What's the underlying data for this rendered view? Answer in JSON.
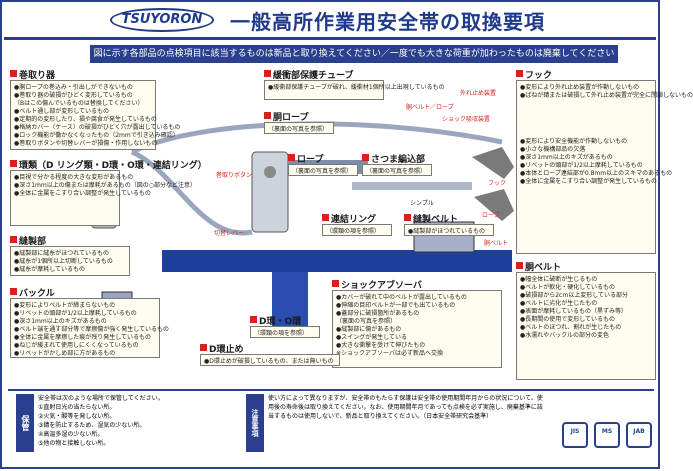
{
  "header": {
    "brand": "TSUYORON",
    "title": "一般高所作業用安全帯の取換要項"
  },
  "banner": "図に示す各部品の点検項目に該当するものは新品と取り換えてください／一度でも大きな荷重が加わったものは廃棄してください",
  "sections": {
    "winder": {
      "title": "巻取り器",
      "lines": [
        "●胴ロープの巻込み・引出しができないもの",
        "●巻取り器の破損がひどく変形しているもの",
        "（Bはこの傷んでいるものは替換してください）",
        "●ベルト通し部が変形しているもの",
        "●定期的の変形したり、損や腐食が発生しているもの",
        "●格納カバー（ケース）の破損がひどく穴が露出しているもの",
        "●ロック機能が働かなくなったもの（2mmで引き込み確認）",
        "●巻取りボタンや切替レバーが損傷・作用しないもの"
      ]
    },
    "rings": {
      "title": "環類（D リング類・D環・O環・連結リング）",
      "lines": [
        "●目視で分かる程度の大きな変形があるもの",
        "●深さ1mm以上の傷または摩耗があるもの（図の○部分など注意）",
        "●全体に金属をこすり合い調整が発生しているもの"
      ]
    },
    "tube": {
      "title": "緩衝部保護チューブ",
      "lines": [
        "●緩衝部保護チューブが破れ、緩衝材1個所以上出現しているもの"
      ]
    },
    "waist_rope": {
      "title": "胴ロープ",
      "lines": [
        "（裏面の写真を参照）"
      ]
    },
    "rope": {
      "title": "ロープ",
      "lines": [
        "（裏面の写真を参照）"
      ]
    },
    "sleeve": {
      "title": "さつま編込部",
      "lines": [
        "（裏面の写真を参照）"
      ]
    },
    "coupling": {
      "title": "連結リング",
      "lines": [
        "（環類の項を参照）"
      ]
    },
    "stitched": {
      "title": "縫製部",
      "lines": [
        "●縫製部に縫糸がほつれているもの",
        "●縫糸が1個所以上切断しているもの",
        "●縫糸が摩耗しているもの"
      ]
    },
    "buckle": {
      "title": "バックル",
      "lines": [
        "●変形によりベルトが締まらないもの",
        "●リベットの頭部が1/2以上摩耗しているもの",
        "●深さ1mm以上のキズがあるもの",
        "●ベルト端を通す部分等で摩擦傷が強く発生しているもの",
        "●全体に金属を摩擦した痕が残り発生しているもの",
        "●ねじが緩まれて使用しにくくなっているもの",
        "●リベットがかしめ部に方があるもの"
      ]
    },
    "d_ring": {
      "title": "D環止め",
      "lines": [
        "●D環止めが破損しているもの、または無いもの"
      ]
    },
    "fitting_ring": {
      "title": "D環・O環",
      "lines": [
        "（環類の項を参照）"
      ]
    },
    "webbing": {
      "title": "縫製ベルト",
      "lines": [
        "●縫製部がほつれているもの"
      ]
    },
    "shock": {
      "title": "ショックアブソーバ",
      "lines": [
        "●カバーが破れて中のベルトが露出しているもの",
        "●伸縮の目印ベルトが一部でも出ているもの",
        "●蓋部分に破損箇所があるもの",
        "（裏面の写真を参照）",
        "●縫製部に傷があるもの",
        "●スイングが発生している",
        "●大きな衝撃を受けて伸びたもの",
        "※ショックアブソーバは必ず新品へ交換"
      ]
    },
    "hook": {
      "title": "フック",
      "lines": [
        "●変形により外れ止め装置が作動しないもの",
        "●ばねが錆または破損して外れ止め装置が完全に閉鎖しないもの",
        "●変形により安全機能が作動しないもの",
        "●小さな機構部品の欠落",
        "●深さ1mm以上のキズがあるもの",
        "●リベットの頭部が1/2以上摩耗しているもの",
        "●本体とロープ連結部が0.8mm以上のスキマのあるもの",
        "●全体に金属をこすり合い調整が発生しているもの"
      ]
    },
    "belt": {
      "title": "胴ベルト",
      "lines": [
        "●幅全体に破断が生じるもの",
        "●ベルトが軟化・硬化しているもの",
        "●破損部から2cm以上変形している部分",
        "●ベルトに劣化が生じたもの",
        "●表面が摩耗しているもの（黒ずみ等）",
        "●長期間の使用で変形しているもの",
        "●ベルトのほつれ、割れが生じたもの",
        "●水濡れやバックルの部分の変色"
      ]
    }
  },
  "callouts": {
    "release": "巻取りボタン",
    "switch": "切替レバー",
    "belt_note": "胴ベルト／ロープ",
    "shock_note": "ショック吸収装置",
    "outer": "外れ止め装置",
    "simple": "シンプル",
    "rope_label": "ロープ",
    "hook_label": "フック",
    "waist_label": "胴ベルト"
  },
  "footer": {
    "storage_title": "保管",
    "storage_lines": [
      "安全帯は次のような場所で保管してください。",
      "①直射日光の当たらない所。",
      "②火気・酸等を発しない所。",
      "③錆を防止するため、湿気の少ない所。",
      "④高温多湿の少ない所。",
      "⑤他の物と接触しない所。"
    ],
    "notes_title": "注意事項",
    "notes": "使い方によって異なりますが、安全帯のもたらす保護は安全帯の使用期間年月からの状況について、使用後の寿命後は取り換えてください。なお、使用期間年月であっても点検を必ず実施し、廃棄基準に該当するものは使用しないで、新品と取り換えてください。（日本安全帯研究会基準）",
    "marks": [
      "JIS",
      "MS",
      "JAB"
    ]
  }
}
